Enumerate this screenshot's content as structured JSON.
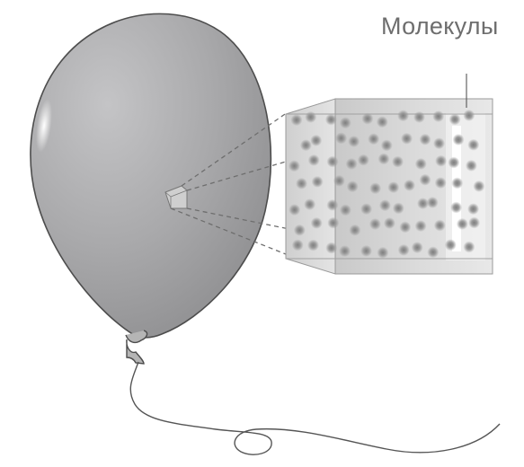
{
  "diagram": {
    "molecules_label": "Молекулы",
    "colors": {
      "balloon_fill": "#a9a9ab",
      "balloon_outline": "#4d4d4d",
      "string": "#555555",
      "box_fill": "#d7d7d7",
      "box_edge": "#9a9a9a",
      "molecule": "#8e8e8e",
      "zoom_lines": "#6e6e6e",
      "label_text": "#6e6e6e"
    },
    "parts": [
      "balloon",
      "balloon-knot",
      "balloon-string",
      "zoom-lines",
      "molecule-cube",
      "molecules"
    ]
  }
}
